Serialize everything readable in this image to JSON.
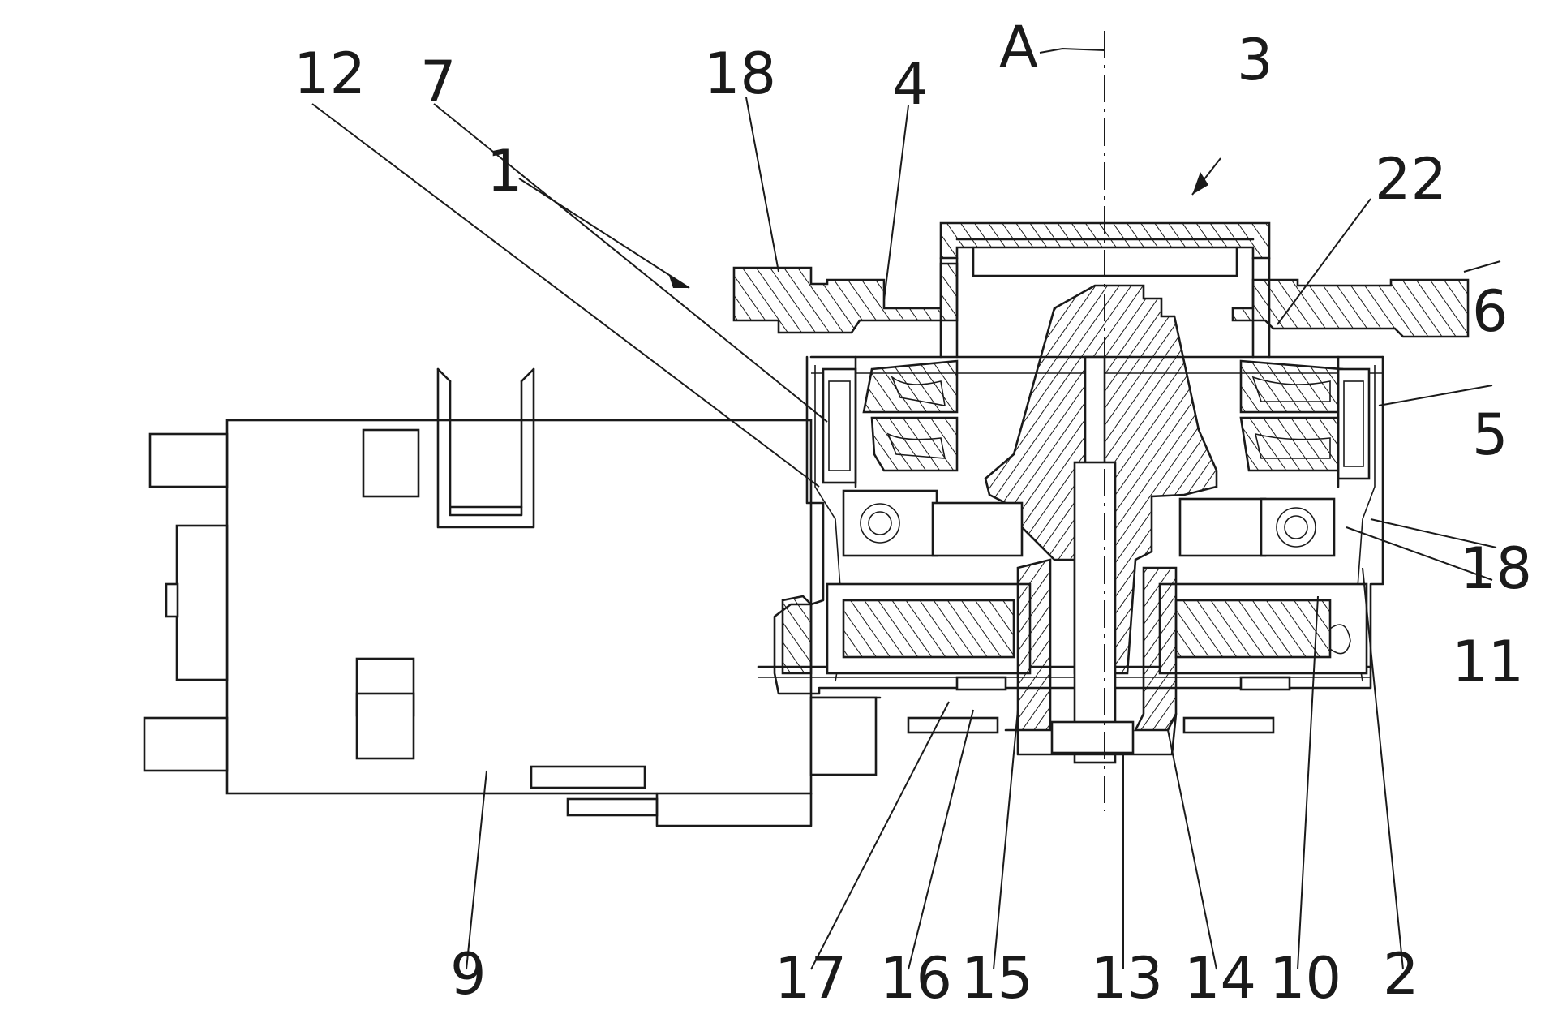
{
  "figure": {
    "axis_label": "A",
    "labels": {
      "l1": "1",
      "l2": "2",
      "l3": "3",
      "l4": "4",
      "l5": "5",
      "l6": "6",
      "l7": "7",
      "l9": "9",
      "l10": "10",
      "l11": "11",
      "l12": "12",
      "l13": "13",
      "l14": "14",
      "l15": "15",
      "l16": "16",
      "l17": "17",
      "l18a": "18",
      "l18b": "18",
      "l22": "22"
    }
  }
}
